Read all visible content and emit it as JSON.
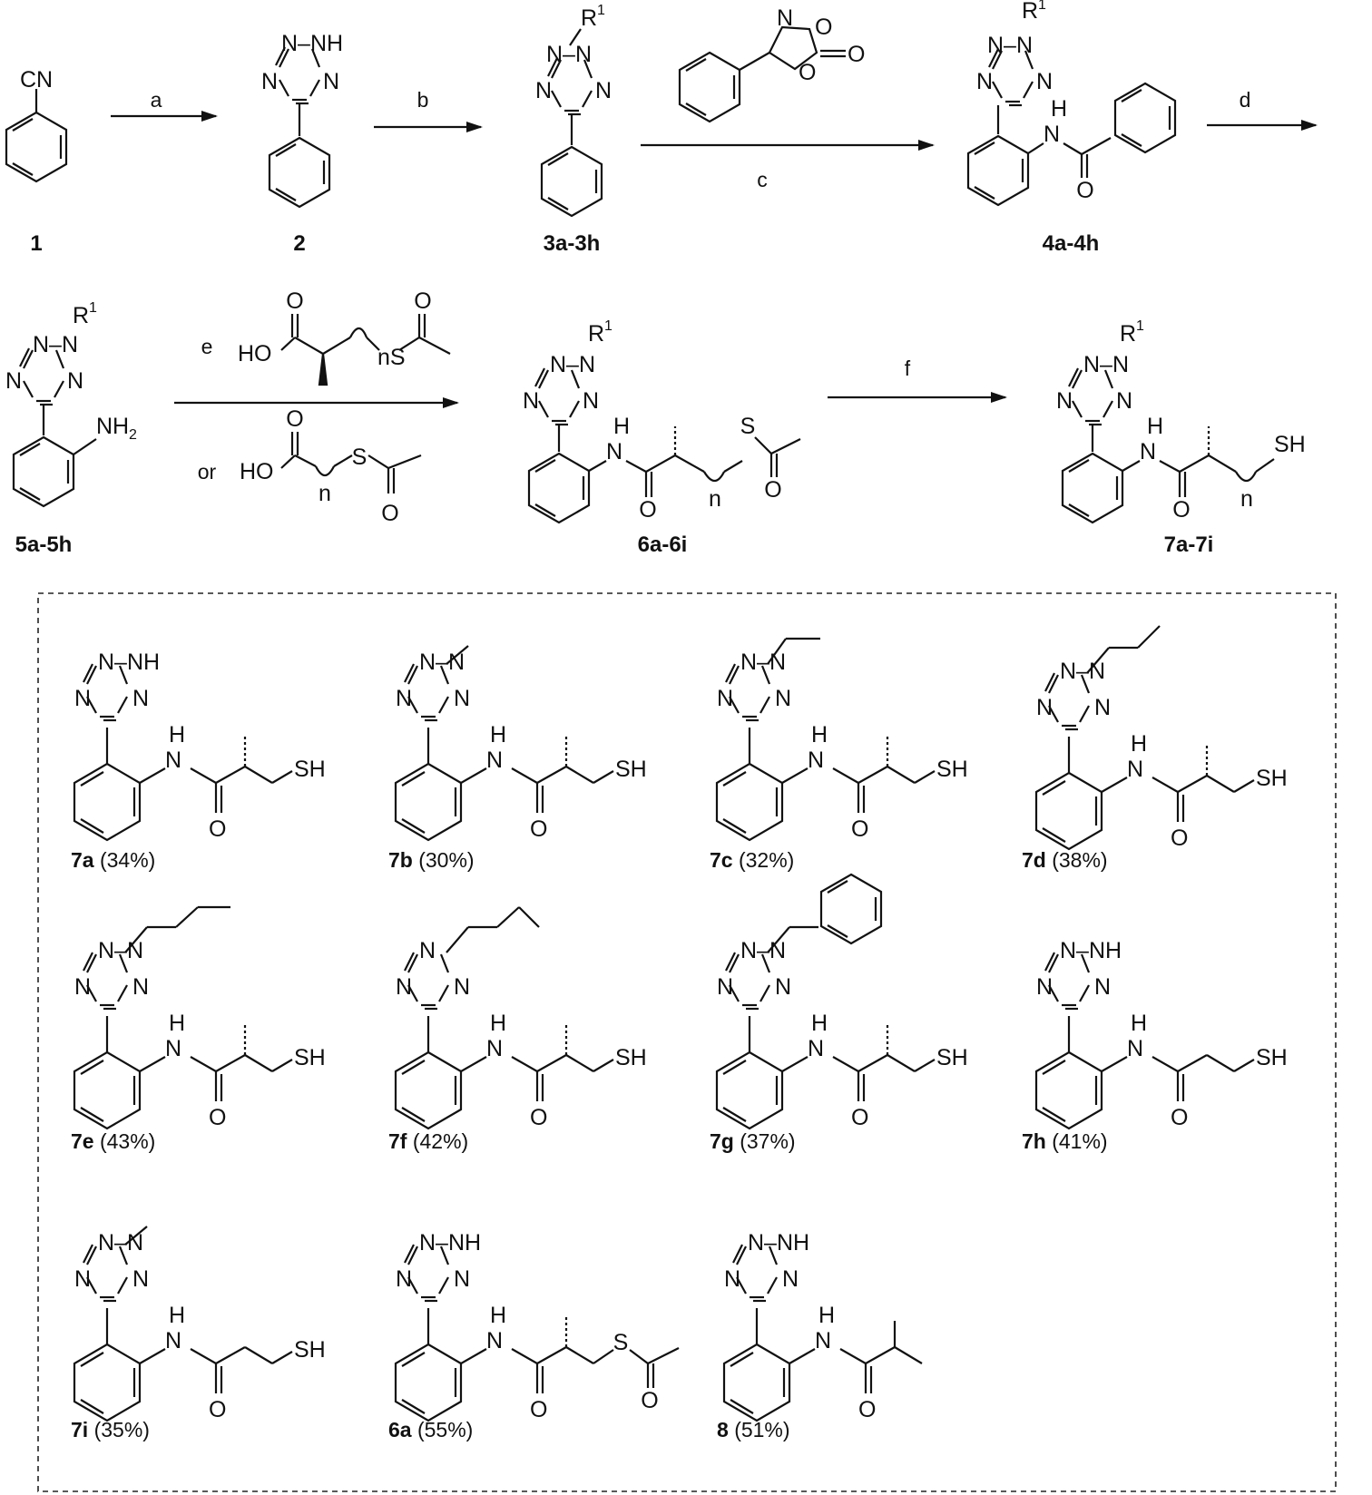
{
  "reagents": {
    "a": "a",
    "b": "b",
    "c": "c",
    "d": "d",
    "e": "e",
    "f": "f",
    "or": "or"
  },
  "intermediates": [
    "1",
    "2",
    "3a-3h",
    "4a-4h",
    "5a-5h",
    "6a-6i",
    "7a-7i"
  ],
  "atoms": {
    "cn": "CN",
    "nnh": "N–NH",
    "nn": "N–N",
    "n": "N",
    "o": "O",
    "h": "H",
    "nh2": "NH",
    "nh2_sub": "2",
    "r": "R",
    "r_sup": "1",
    "ho": "HO",
    "s": "S",
    "sh": "SH",
    "nsub": "n",
    "ns": "nS"
  },
  "compounds": [
    {
      "id": "7a",
      "yield": "(34%)"
    },
    {
      "id": "7b",
      "yield": "(30%)"
    },
    {
      "id": "7c",
      "yield": "(32%)"
    },
    {
      "id": "7d",
      "yield": "(38%)"
    },
    {
      "id": "7e",
      "yield": "(43%)"
    },
    {
      "id": "7f",
      "yield": "(42%)"
    },
    {
      "id": "7g",
      "yield": "(37%)"
    },
    {
      "id": "7h",
      "yield": "(41%)"
    },
    {
      "id": "7i",
      "yield": "(35%)"
    },
    {
      "id": "6a",
      "yield": "(55%)"
    },
    {
      "id": "8",
      "yield": "(51%)"
    }
  ]
}
